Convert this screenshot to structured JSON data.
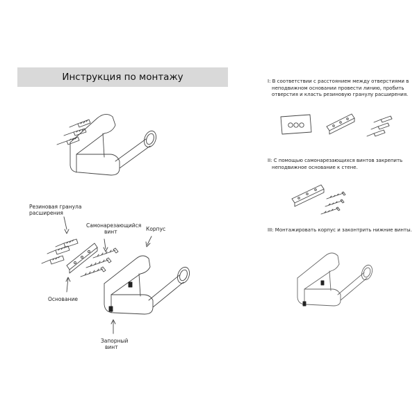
{
  "title": "Инструкция по монтажу",
  "labels": {
    "anchor_line1": "Резиновая гранула",
    "anchor_line2": "расширения",
    "screw_line1": "Самонарезающийся",
    "screw_line2": "винт",
    "body": "Корпус",
    "base": "Основание",
    "lock_line1": "Запорный",
    "lock_line2": "винт"
  },
  "steps": [
    {
      "line1": "I: В соответствии с расстоянием между отверстиями в",
      "line2": "неподвижном основании провести линию, пробить",
      "line3": "отверстия и класть резиновую гранулу расширения."
    },
    {
      "line1": "II: С помощью самонарезающихся винтов закрепить",
      "line2": "неподвижное основание к стене."
    },
    {
      "line1": "III: Монтажировать корпус и законтрить нижние винты."
    }
  ]
}
